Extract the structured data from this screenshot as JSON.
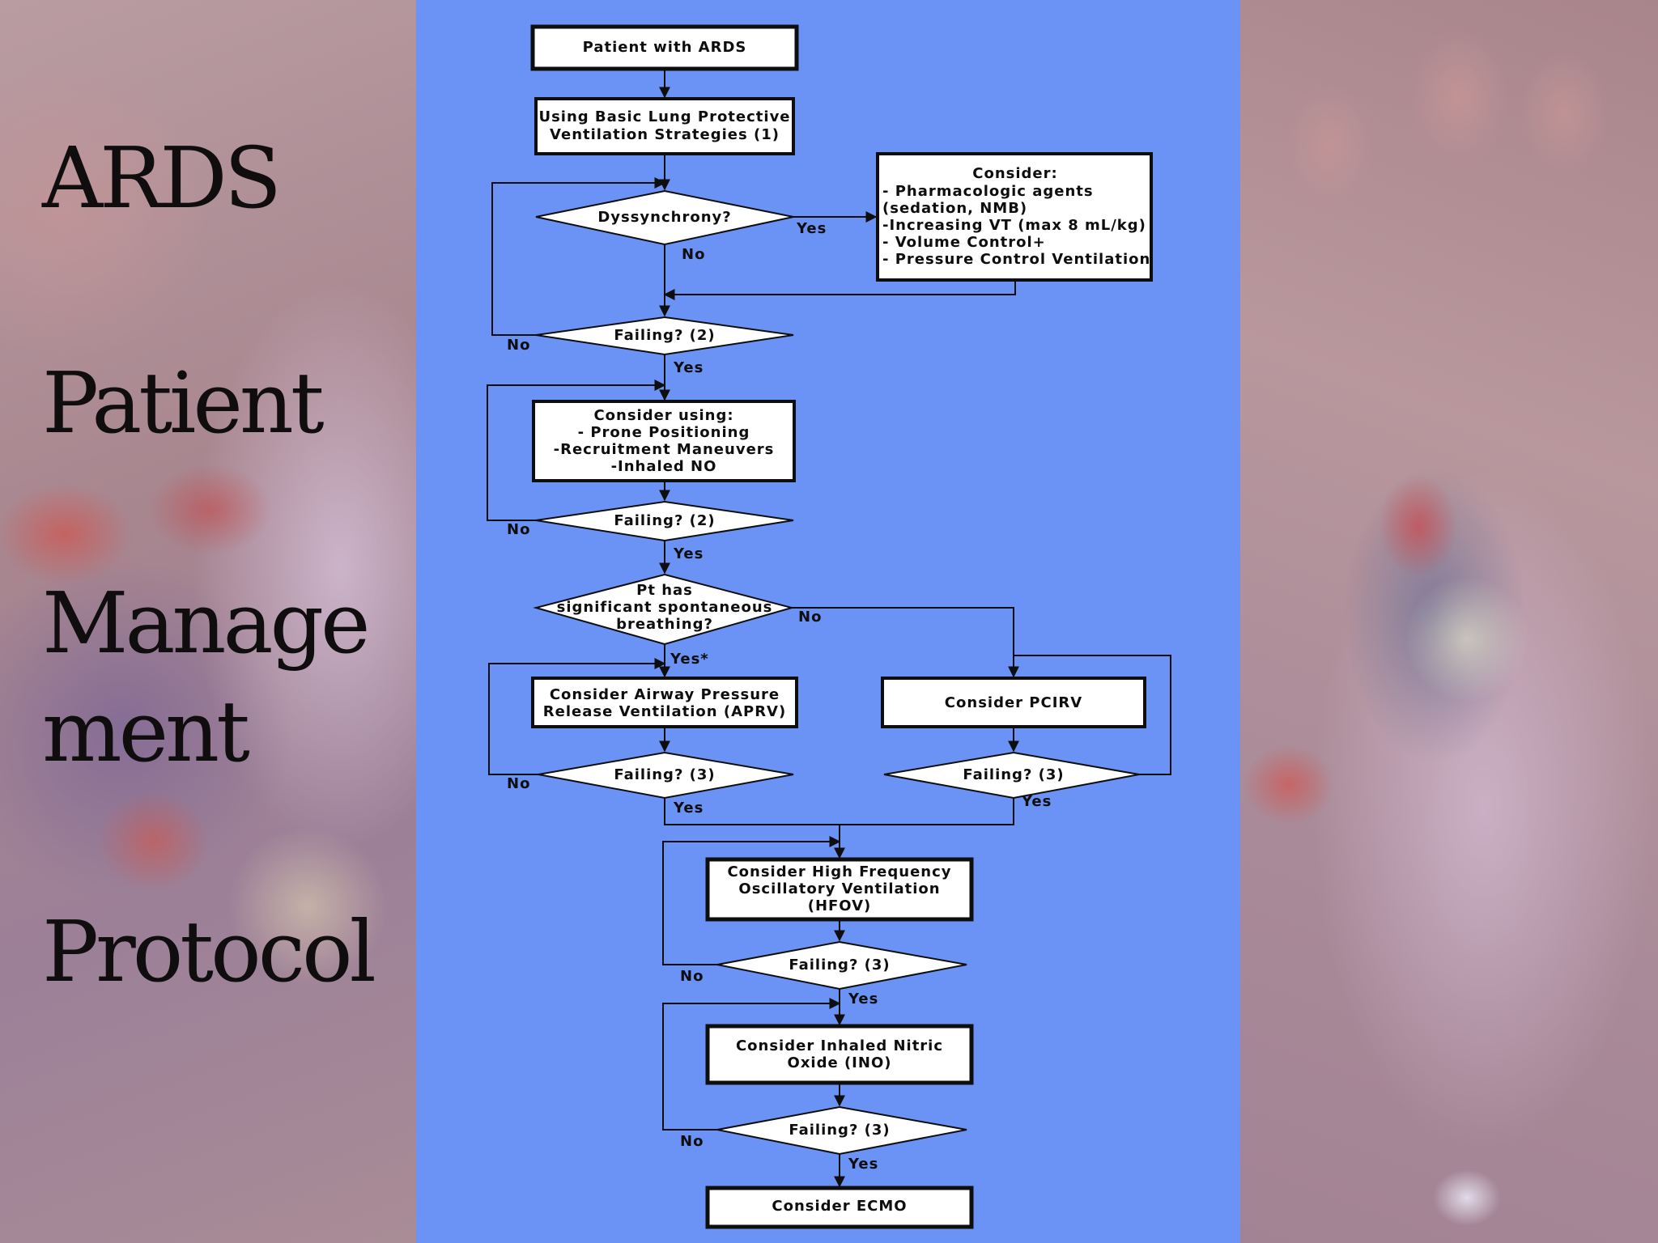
{
  "slide_title": {
    "line1": "ARDS",
    "line2": "Patient",
    "line3": "Manage",
    "line4": "ment",
    "line5": "Protocol"
  },
  "flowchart": {
    "start": "Patient with ARDS",
    "basic_strategy": [
      "Using Basic Lung Protective",
      "Ventilation Strategies (1)"
    ],
    "dyssynchrony_q": "Dyssynchrony?",
    "consider_box": [
      "Consider:",
      "- Pharmacologic agents",
      "(sedation, NMB)",
      "-Increasing VT (max 8 mL/kg)",
      "- Volume Control+",
      "- Pressure Control Ventilation"
    ],
    "failing2_a": "Failing? (2)",
    "consider_using": [
      "Consider using:",
      "- Prone Positioning",
      "-Recruitment Maneuvers",
      "-Inhaled NO"
    ],
    "failing2_b": "Failing? (2)",
    "spontaneous_q": [
      "Pt has",
      "significant spontaneous",
      "breathing?"
    ],
    "aprv_box": [
      "Consider Airway Pressure",
      "Release Ventilation (APRV)"
    ],
    "pcirv_box": "Consider PCIRV",
    "failing3_aprv": "Failing? (3)",
    "failing3_pcirv": "Failing? (3)",
    "hfov_box": [
      "Consider High Frequency",
      "Oscillatory Ventilation",
      "(HFOV)"
    ],
    "failing3_hfov": "Failing? (3)",
    "ino_box": [
      "Consider Inhaled Nitric",
      "Oxide (INO)"
    ],
    "failing3_ino": "Failing? (3)",
    "ecmo_box": "Consider ECMO",
    "labels": {
      "yes": "Yes",
      "no": "No",
      "yes_star": "Yes*"
    }
  },
  "colors": {
    "panel_background": "#6b93f5",
    "box_fill": "#ffffff",
    "line": "#0e0e0e",
    "title_text": "#0f0d0e"
  }
}
